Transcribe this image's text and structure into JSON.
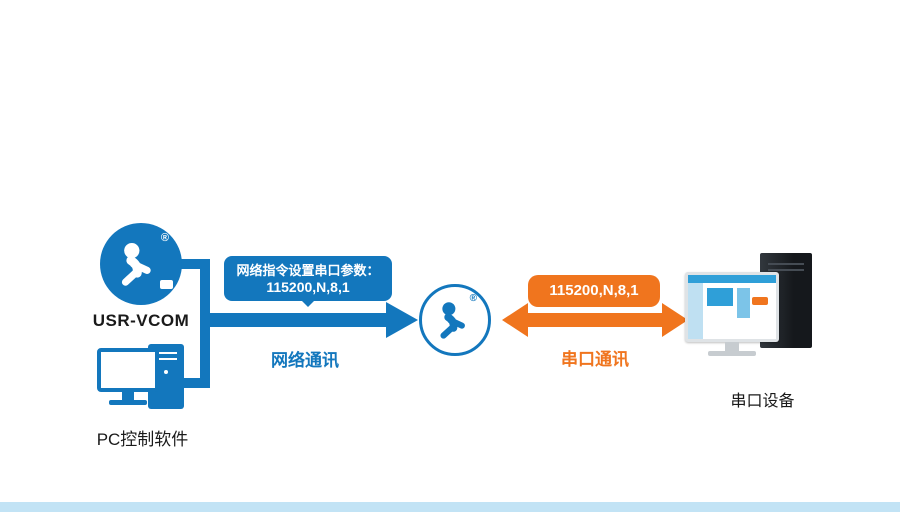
{
  "colors": {
    "blue": "#1377bd",
    "orange": "#f0751e",
    "footer_bar": "#c2e3f5"
  },
  "left_group": {
    "registered_mark": "®",
    "vcom_label": "USR-VCOM",
    "pc_label": "PC控制软件"
  },
  "network": {
    "callout_line1": "网络指令设置串口参数：",
    "callout_line2": "115200,N,8,1",
    "link_label": "网络通讯"
  },
  "gateway": {
    "registered_mark": "®"
  },
  "serial": {
    "params_badge": "115200,N,8,1",
    "link_label": "串口通讯",
    "device_label": "串口设备"
  }
}
